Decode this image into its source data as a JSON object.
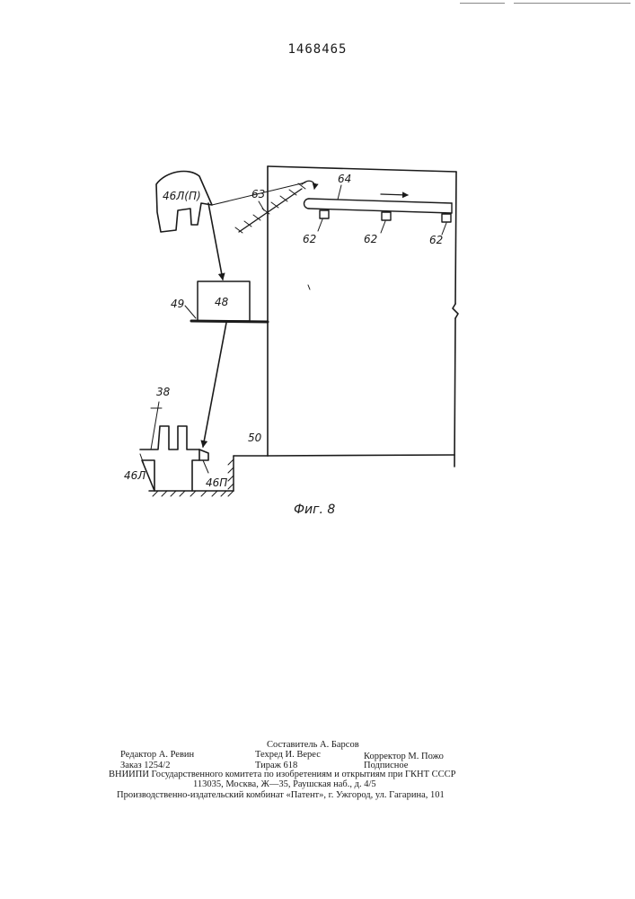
{
  "document": {
    "patent_number": "1468465",
    "figure_caption": "Фиг. 8"
  },
  "figure": {
    "labels": {
      "l46_top": "46Л(П)",
      "l63": "63",
      "l64": "64",
      "l62a": "62",
      "l62b": "62",
      "l62c": "62",
      "l48": "48",
      "l49": "49",
      "l38": "38",
      "l50": "50",
      "l46l": "46Л",
      "l46p": "46П"
    }
  },
  "imprint": {
    "compiler": "Составитель А. Барсов",
    "editor": "Редактор А. Ревин",
    "techred": "Техред И. Верес",
    "corrector": "Корректор М. Пожо",
    "order": "Заказ 1254/2",
    "circulation": "Тираж 618",
    "subscription": "Подписное",
    "institute": "ВНИИПИ Государственного комитета по изобретениям и открытиям при ГКНТ СССР",
    "address": "113035, Москва, Ж—35, Раушская наб., д. 4/5",
    "publisher": "Производственно-издательский комбинат «Патент», г. Ужгород, ул. Гагарина, 101"
  }
}
